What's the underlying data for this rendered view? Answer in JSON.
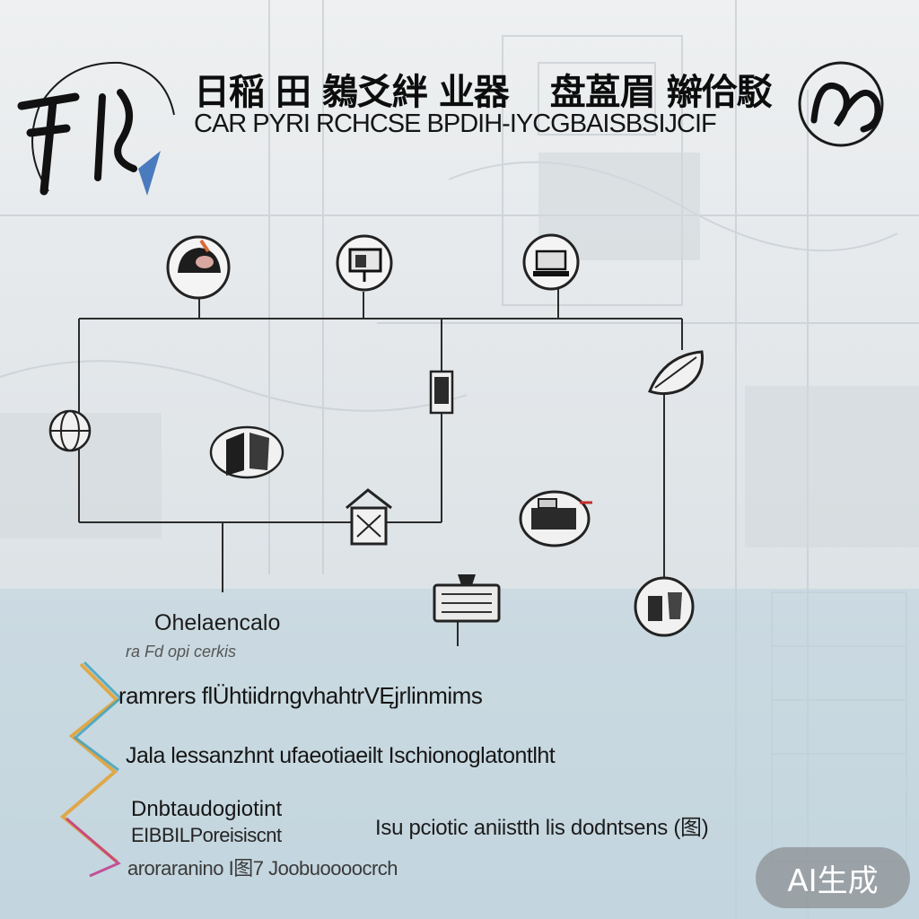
{
  "header": {
    "title_cjk_part1": "日稲 田 鶨爻絆 业器",
    "title_cjk_part2": "盘蒕眉 辮佮駁",
    "title_en": "CAR PYRI RCHCSE BPDIH-IYCGBAISBSIJCIF"
  },
  "logos": {
    "left_icon": "ink-monogram-logo",
    "right_icon": "ink-swirl-logo"
  },
  "diagram": {
    "nodes": [
      {
        "id": "top-1",
        "icon": "helmet-icon"
      },
      {
        "id": "top-2",
        "icon": "monitor-icon"
      },
      {
        "id": "top-3",
        "icon": "laptop-icon"
      },
      {
        "id": "right-1",
        "icon": "leaf-icon"
      },
      {
        "id": "mid-1",
        "icon": "phone-icon"
      },
      {
        "id": "mid-2",
        "icon": "globe-icon"
      },
      {
        "id": "mid-3",
        "icon": "book-icon"
      },
      {
        "id": "mid-4",
        "icon": "house-icon"
      },
      {
        "id": "mid-5",
        "icon": "machine-icon"
      },
      {
        "id": "low-1",
        "icon": "keyboard-icon"
      },
      {
        "id": "low-2",
        "icon": "figure-icon"
      }
    ]
  },
  "body": {
    "heading": "Ohelaencalo",
    "subheading": "ra Fd opi cerkis",
    "line1": "ramrers flÜhtiidrngvhahtrVĘjrlinmims",
    "line2": "Jala lessanzhnt ufaeotiaeilt Ischionoglatontlht",
    "line3a": "Dnbtaudogiotint",
    "line3b": "EIBBILPoreisiscnt",
    "line3c": "aroraranino I图7 Joobuoooocrch",
    "side_text": "Isu pciotic aniistth lis dodntsens (图)"
  },
  "badge": {
    "label": "AI生成"
  },
  "colors": {
    "accent_blue": "#2e67b5",
    "line": "#2b2b2b",
    "badge_bg": "#7a7a7a"
  }
}
